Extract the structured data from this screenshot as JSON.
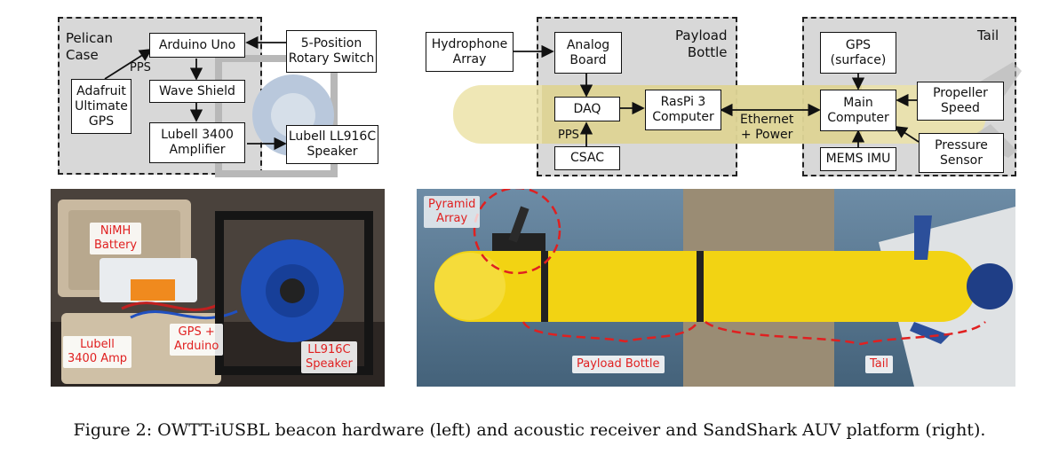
{
  "left_diagram": {
    "region_title": "Pelican\nCase",
    "boxes": {
      "arduino": "Arduino Uno",
      "switch": "5-Position\nRotary Switch",
      "gps": "Adafruit\nUltimate\nGPS",
      "wave": "Wave Shield",
      "amplifier": "Lubell 3400\nAmplifier",
      "speaker": "Lubell LL916C\nSpeaker"
    },
    "pps_label": "PPS"
  },
  "right_diagram": {
    "payload_title": "Payload\nBottle",
    "tail_title": "Tail",
    "boxes": {
      "hydrophone": "Hydrophone\nArray",
      "analog": "Analog\nBoard",
      "daq": "DAQ",
      "raspi": "RasPi 3\nComputer",
      "csac": "CSAC",
      "gps": "GPS\n(surface)",
      "main": "Main\nComputer",
      "propeller": "Propeller\nSpeed",
      "pressure": "Pressure\nSensor",
      "imu": "MEMS IMU"
    },
    "pps_label": "PPS",
    "link_label": "Ethernet\n+ Power"
  },
  "left_photo": {
    "labels": {
      "battery": "NiMH\nBattery",
      "amp": "Lubell\n3400 Amp",
      "gps": "GPS +\nArduino",
      "speaker": "LL916C\nSpeaker"
    }
  },
  "right_photo": {
    "labels": {
      "pyramid": "Pyramid\nArray",
      "payload": "Payload Bottle",
      "tail": "Tail"
    }
  },
  "caption": "Figure 2: OWTT-iUSBL beacon hardware (left) and acoustic receiver and SandShark AUV platform (right).",
  "colors": {
    "label_red": "#e02020",
    "auv_yellow": "#f2d313",
    "region_gray": "#d8d8d8"
  }
}
